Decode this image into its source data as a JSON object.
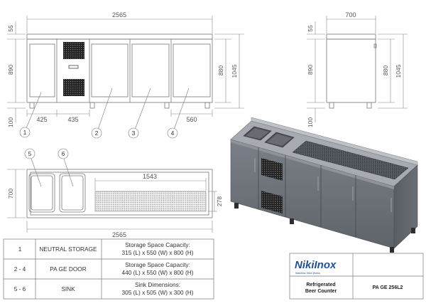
{
  "front_view": {
    "overall_width": "2565",
    "top_height": "55",
    "body_height": "890",
    "leg_height": "100",
    "height_880": "880",
    "height_1045": "1045",
    "section_425": "425",
    "section_435": "435",
    "section_560": "560"
  },
  "side_view": {
    "depth": "700",
    "top_height": "55",
    "body_height": "890",
    "leg_height": "100",
    "height_880": "880",
    "height_1045": "1045"
  },
  "top_view": {
    "width": "2565",
    "depth": "700",
    "drip_tray_length": "1543",
    "drip_tray_depth": "278"
  },
  "callouts": [
    "1",
    "2",
    "3",
    "4",
    "5",
    "6"
  ],
  "legend": [
    {
      "ref": "1",
      "name": "NEUTRAL STORAGE",
      "desc_line1": "Storage Space Capacity:",
      "desc_line2": "315 (L) x 550 (W) x 800 (H)"
    },
    {
      "ref": "2 - 4",
      "name": "PA GE DOOR",
      "desc_line1": "Storage Space Capacity:",
      "desc_line2": "440 (L) x 550 (W) x 800 (H)"
    },
    {
      "ref": "5 - 6",
      "name": "SINK",
      "desc_line1": "Sink Dimensions:",
      "desc_line2": "305 (L) x 505 (W) x 300 (H)"
    }
  ],
  "title_block": {
    "logo_text": "NikiInox",
    "logo_tagline": "Stainless Steel Works",
    "product_name_line1": "Refrigerated",
    "product_name_line2": "Beer Counter",
    "product_code": "PA GE 256L2"
  },
  "colors": {
    "line": "#7a7a7a",
    "steel_body": "#6e737c",
    "steel_top": "#a9adb3",
    "logo_blue": "#1f4f9c"
  }
}
